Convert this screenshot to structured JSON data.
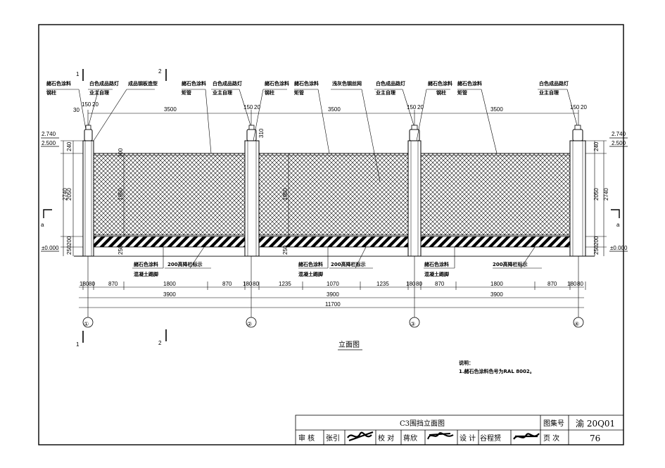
{
  "drawing": {
    "title": "立面图",
    "notes_title": "说明：",
    "note_1": "1.赭石色涂料色号为RAL 8002。",
    "axes": [
      "①",
      "②",
      "③",
      "④"
    ],
    "levels": {
      "top1": "2.740",
      "top2": "2.500",
      "ground": "±0.000"
    },
    "section_marks": {
      "a": "a",
      "one": "1",
      "two": "2"
    },
    "callouts": {
      "ochre_paint": "赭石色涂料",
      "steel_column": "钢柱",
      "white_lamp": "白色成品路灯",
      "owner_self": "业主自理",
      "finished_sheet": "成品钢板造型",
      "rect_tube": "矩管",
      "grey_mesh": "浅灰色钢丝网",
      "concrete_base": "混凝土踢脚",
      "warning_stripe": "200高降栏标示"
    },
    "dims": {
      "bay_top": "3500",
      "col_150": "150",
      "col_20": "20",
      "col_30": "30",
      "h_2740": "2740",
      "h_2050": "2050",
      "h_240": "240",
      "h_200": "200",
      "h_250": "250",
      "h_310": "310",
      "h_300": "300",
      "h_1950": "1950",
      "b180": "180",
      "b80": "80",
      "b870": "870",
      "b1800": "1800",
      "b1235": "1235",
      "b1070": "1070",
      "b3900": "3900",
      "b11700": "11700"
    }
  },
  "title_block": {
    "drawing_name": "C3围挡立面图",
    "atlas_label": "图集号",
    "atlas_no": "渝 20Q01",
    "review": "审 核",
    "reviewer": "张引",
    "check": "校 对",
    "checker": "蒋欣",
    "design": "设 计",
    "designer": "谷程赟",
    "page_label": "页 次",
    "page_no": "76"
  }
}
